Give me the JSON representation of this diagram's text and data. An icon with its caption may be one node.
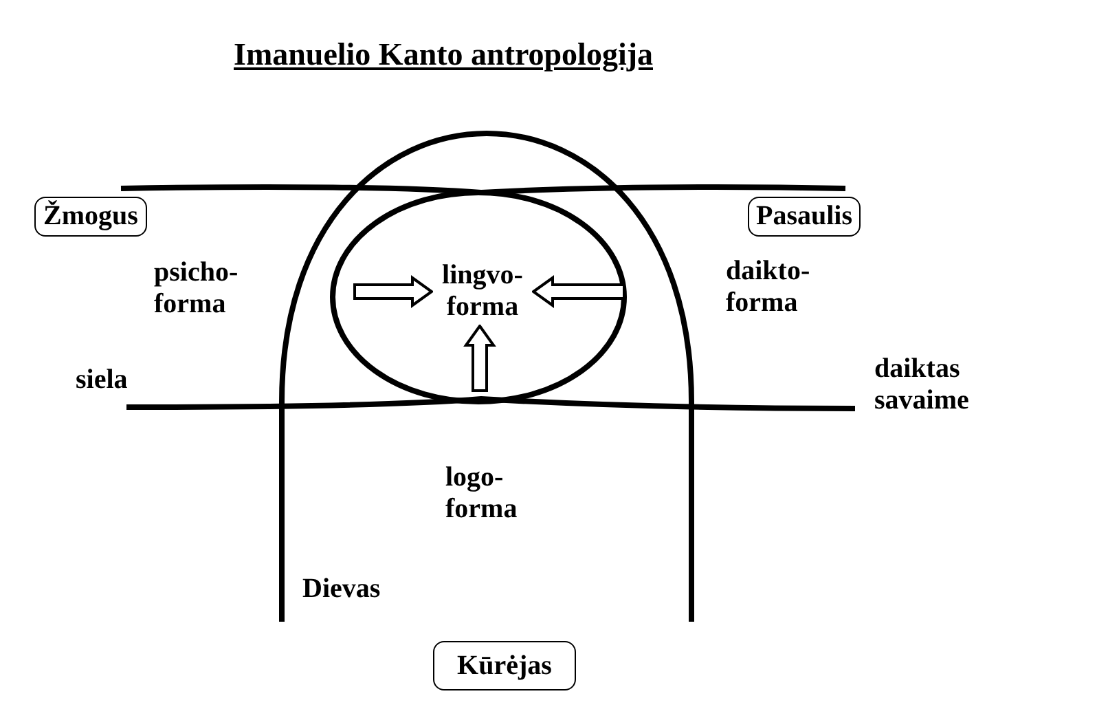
{
  "diagram": {
    "title": "Imanuelio Kanto antropologija",
    "nodes": [
      {
        "text": [
          "Žmogus"
        ]
      },
      {
        "text": [
          "Pasaulis"
        ]
      },
      {
        "text": [
          "lingvo- forma"
        ]
      },
      {
        "text": [
          "Kūrėjas"
        ]
      }
    ],
    "edges": [
      {
        "from": null,
        "to": 2,
        "arrow": "to"
      },
      {
        "from": null,
        "to": 2,
        "arrow": "to"
      },
      {
        "from": null,
        "to": 2,
        "arrow": "to"
      }
    ],
    "labels": [
      "psicho- forma",
      "daikto- forma",
      "siela",
      "daiktas savaime",
      "logo- forma",
      "Dievas"
    ]
  }
}
